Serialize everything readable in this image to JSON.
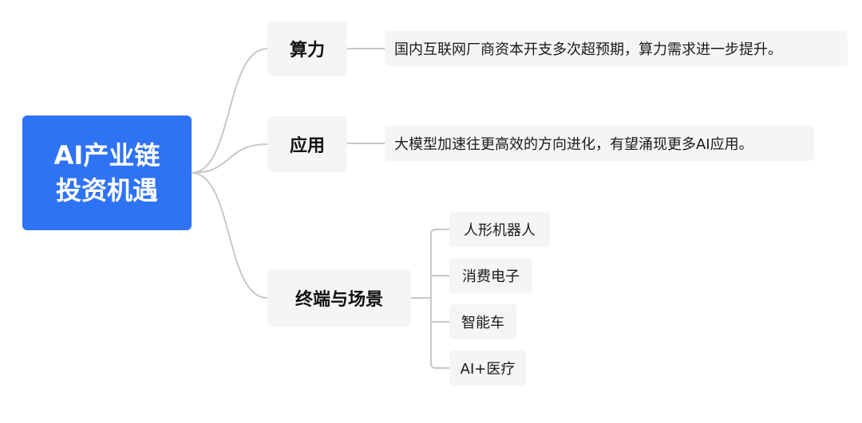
{
  "root": {
    "line1": "AI产业链",
    "line2": "投资机遇"
  },
  "branches": [
    {
      "label": "算力",
      "detail": "国内互联网厂商资本开支多次超预期，算力需求进一步提升。"
    },
    {
      "label": "应用",
      "detail": "大模型加速往更高效的方向进化，有望涌现更多AI应用。"
    },
    {
      "label": "终端与场景",
      "children": [
        "人形机器人",
        "消费电子",
        "智能车",
        "AI+医疗"
      ]
    }
  ],
  "colors": {
    "root_bg": "#2f73f5",
    "node_bg": "#f4f5f7",
    "connector": "#c8c8c8"
  }
}
